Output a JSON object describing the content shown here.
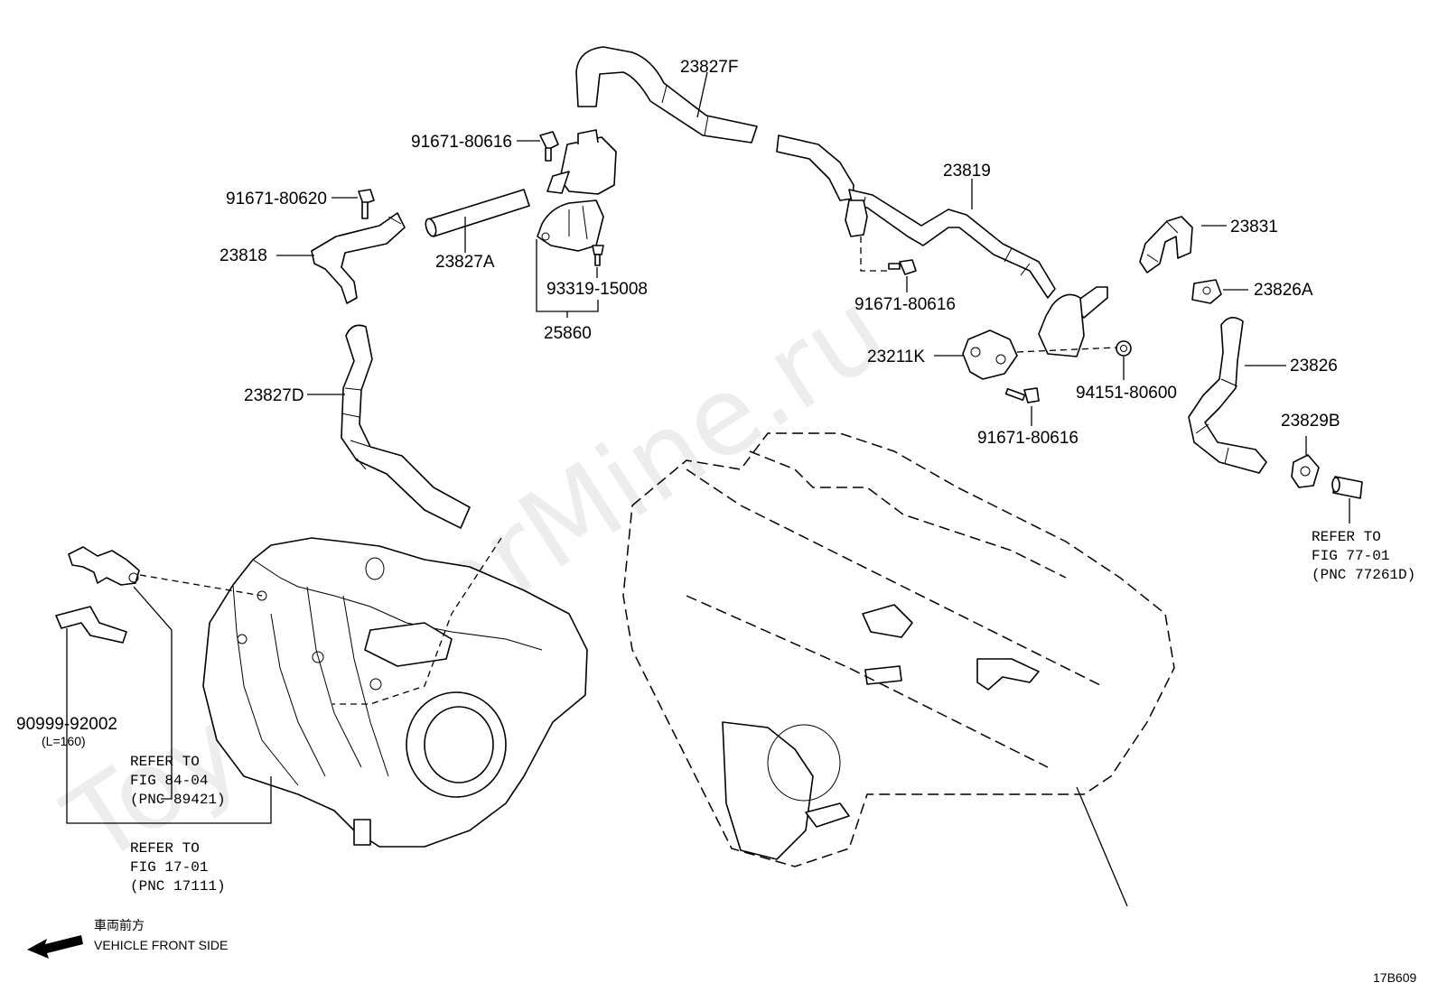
{
  "watermark": "ToyotaCarMine.ru",
  "labels": {
    "p23827F": "23827F",
    "p91671_80616_a": "91671-80616",
    "p91671_80620": "91671-80620",
    "p23818": "23818",
    "p23827A": "23827A",
    "p93319_15008": "93319-15008",
    "p25860": "25860",
    "p23827D": "23827D",
    "p23819": "23819",
    "p23831": "23831",
    "p91671_80616_b": "91671-80616",
    "p23826A": "23826A",
    "p23211K": "23211K",
    "p23826": "23826",
    "p94151_80600": "94151-80600",
    "p91671_80616_c": "91671-80616",
    "p23829B": "23829B",
    "p90999_92002": "90999-92002",
    "p90999_len": "(L=160)"
  },
  "references": {
    "fig77": {
      "line1": "REFER TO",
      "line2": "FIG 77-01",
      "line3": "(PNC 77261D)"
    },
    "fig84": {
      "line1": "REFER TO",
      "line2": "FIG 84-04",
      "line3": "(PNC 89421)"
    },
    "fig17": {
      "line1": "REFER TO",
      "line2": "FIG 17-01",
      "line3": "(PNC 17111)"
    }
  },
  "front": {
    "jp": "車両前方",
    "en": "VEHICLE FRONT SIDE"
  },
  "figure_code": "17B609"
}
